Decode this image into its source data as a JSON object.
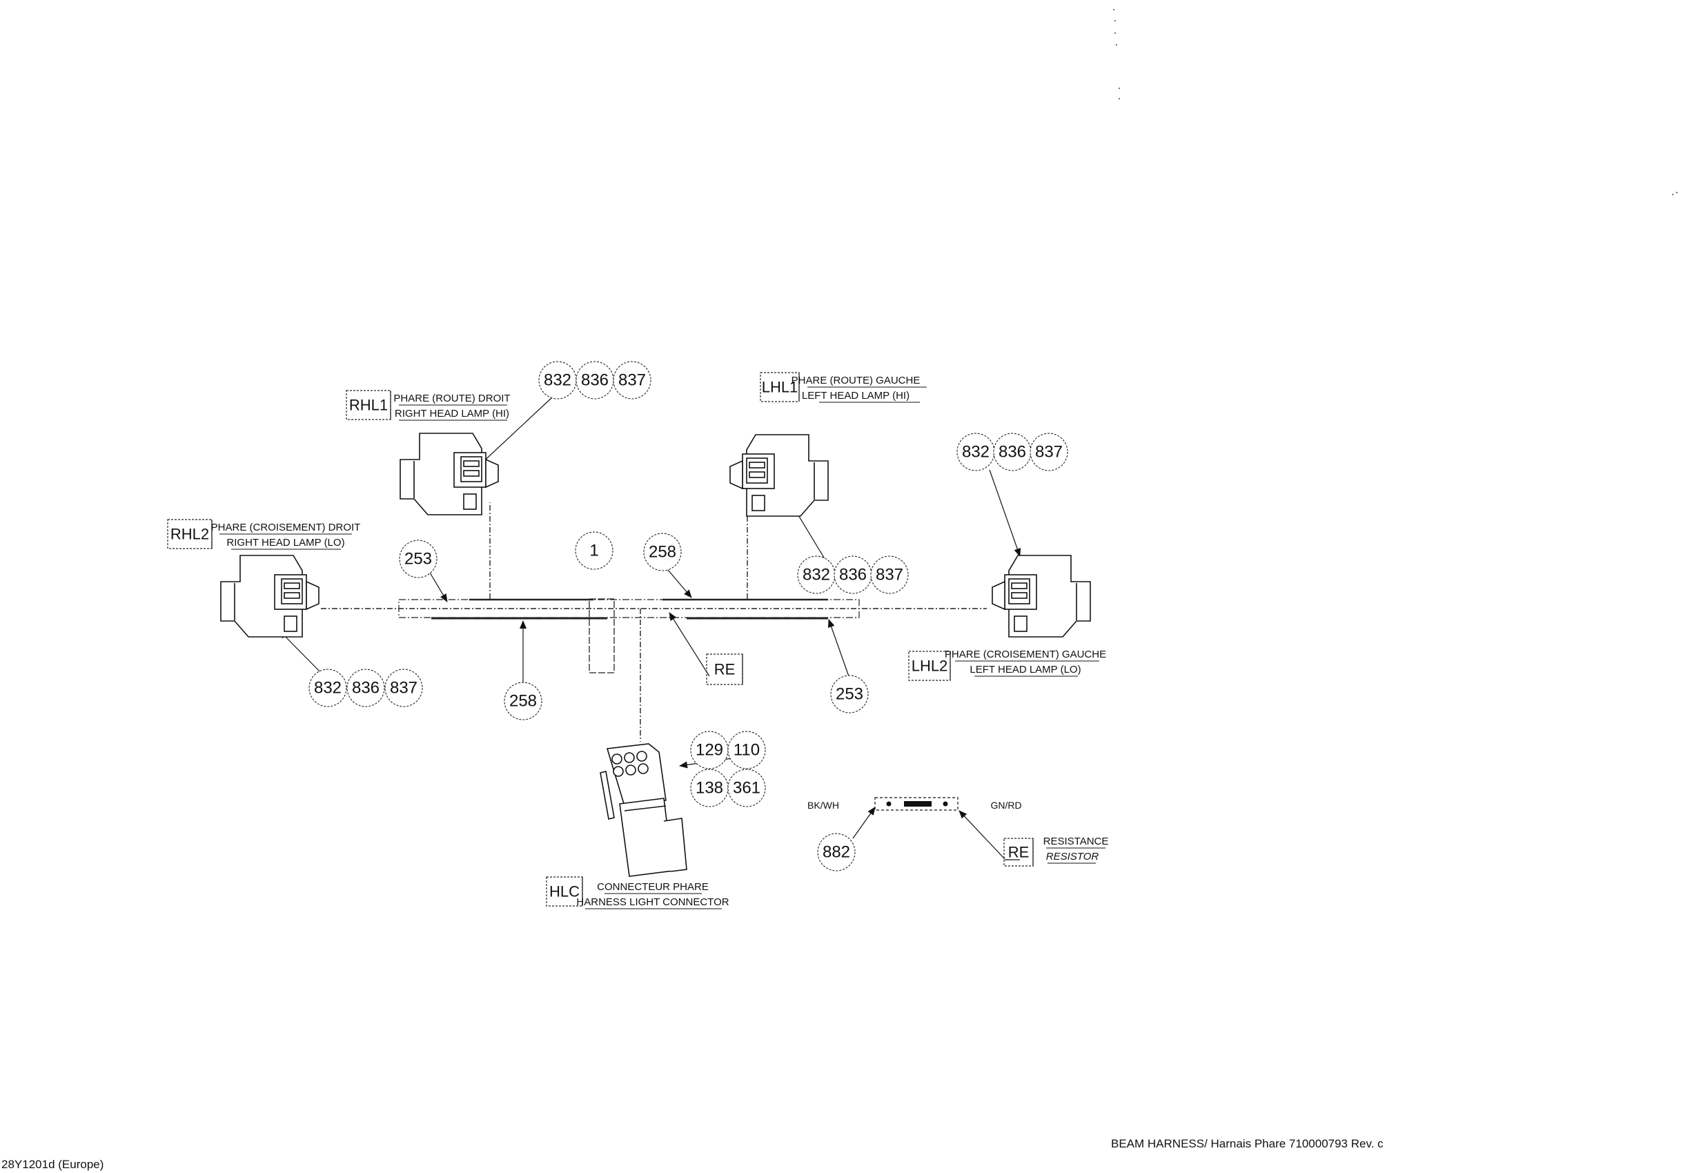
{
  "components": {
    "rhl1": {
      "code": "RHL1",
      "label_fr": "PHARE  (ROUTE) DROIT",
      "label_en": "RIGHT HEAD LAMP (HI)"
    },
    "lhl1": {
      "code": "LHL1",
      "label_fr": "PHARE (ROUTE) GAUCHE",
      "label_en": "LEFT HEAD LAMP (HI)"
    },
    "rhl2": {
      "code": "RHL2",
      "label_fr": "PHARE (CROISEMENT) DROIT",
      "label_en": "RIGHT HEAD LAMP (LO)"
    },
    "lhl2": {
      "code": "LHL2",
      "label_fr": "PHARE (CROISEMENT) GAUCHE",
      "label_en": "LEFT HEAD LAMP (LO)"
    },
    "hlc": {
      "code": "HLC",
      "label_fr": "CONNECTEUR PHARE",
      "label_en": "HARNESS LIGHT CONNECTOR"
    },
    "re_legend": {
      "code": "RE",
      "label_fr": "RESISTANCE",
      "label_en": "RESISTOR"
    },
    "re_tag": {
      "code": "RE"
    }
  },
  "callouts": {
    "rhl1": [
      "832",
      "836",
      "837"
    ],
    "lhl1": [
      "832",
      "836",
      "837"
    ],
    "rhl2": [
      "832",
      "836",
      "837"
    ],
    "lhl2": [
      "832",
      "836",
      "837"
    ],
    "hlc": [
      "129",
      "110",
      "138",
      "361"
    ],
    "harness": "1",
    "tape_top_left": "253",
    "tape_bottom_left": "258",
    "tape_top_right": "258",
    "tape_bottom_right": "253",
    "resistor": "882"
  },
  "wire_colors": {
    "left": "BK/WH",
    "right": "GN/RD"
  },
  "footer": {
    "title": "BEAM HARNESS/ Harnais Phare 710000793 Rev. c",
    "model": "28Y1201d (Europe)"
  }
}
